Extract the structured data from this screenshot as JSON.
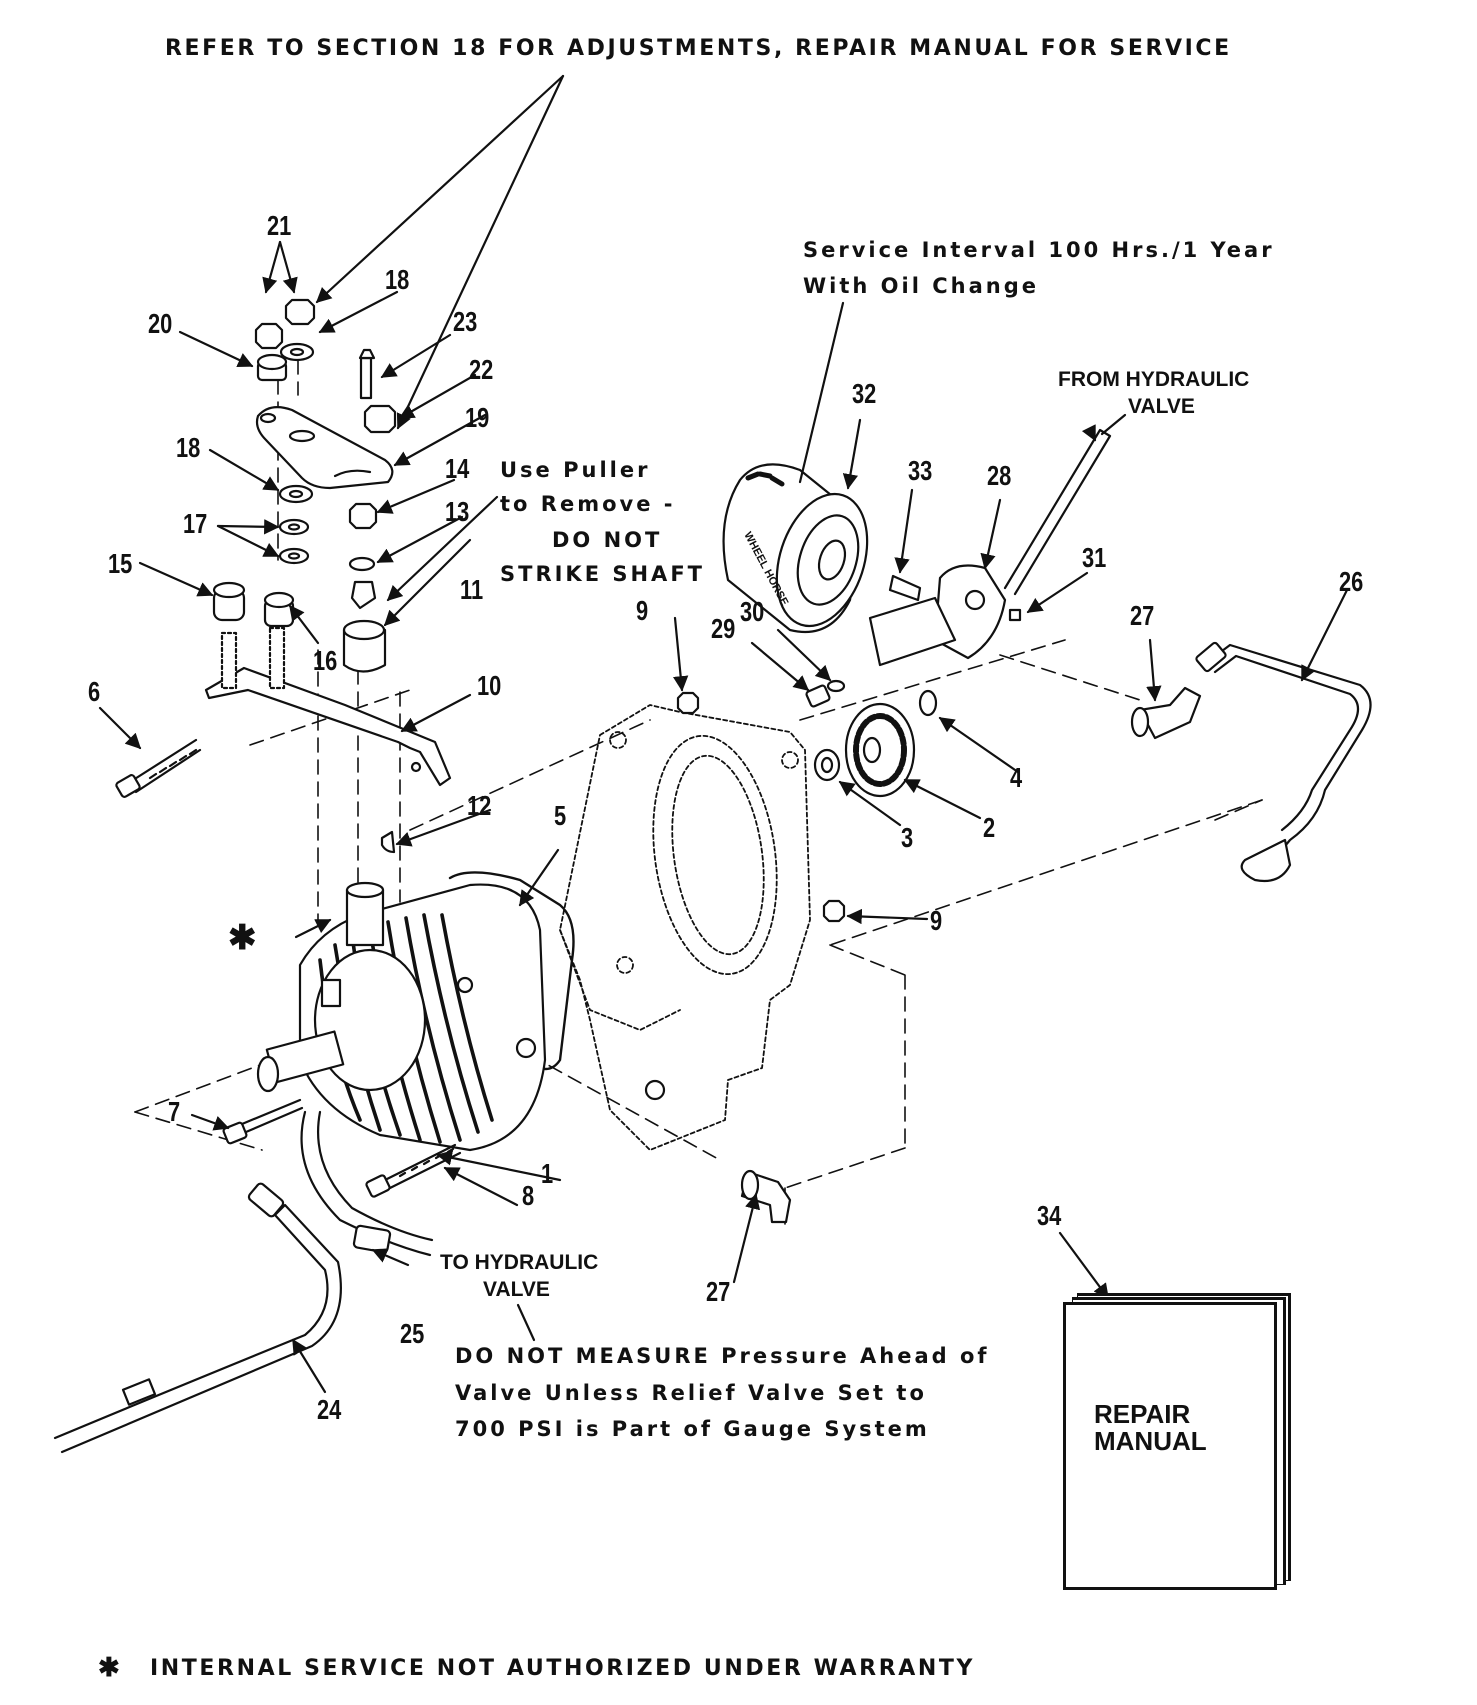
{
  "header_note": "REFER TO SECTION 18 FOR ADJUSTMENTS, REPAIR MANUAL FOR SERVICE",
  "service_note": [
    "Service Interval 100 Hrs./1 Year",
    "With Oil Change"
  ],
  "puller_note": [
    "Use Puller",
    "to Remove -",
    "DO NOT",
    "STRIKE SHAFT"
  ],
  "from_valve": [
    "FROM HYDRAULIC",
    "VALVE"
  ],
  "to_valve": [
    "TO HYDRAULIC",
    "VALVE"
  ],
  "pressure_note": [
    "DO NOT MEASURE Pressure Ahead of",
    "Valve Unless Relief Valve Set to",
    "700 PSI is Part of Gauge System"
  ],
  "manual": {
    "number": "34",
    "title_1": "REPAIR",
    "title_2": "MANUAL"
  },
  "warranty": {
    "symbol": "✱",
    "text": "INTERNAL SERVICE NOT AUTHORIZED UNDER WARRANTY"
  },
  "asterisk_callout": "✱",
  "filter_brand": "WHEEL HORSE",
  "callouts": {
    "c1": "1",
    "c2": "2",
    "c3": "3",
    "c4": "4",
    "c5": "5",
    "c6": "6",
    "c7": "7",
    "c8": "8",
    "c9a": "9",
    "c9b": "9",
    "c10": "10",
    "c11": "11",
    "c12": "12",
    "c13": "13",
    "c14": "14",
    "c15": "15",
    "c16": "16",
    "c17": "17",
    "c18a": "18",
    "c18b": "18",
    "c19": "19",
    "c20": "20",
    "c21": "21",
    "c22": "22",
    "c23": "23",
    "c24": "24",
    "c25": "25",
    "c26": "26",
    "c27a": "27",
    "c27b": "27",
    "c28": "28",
    "c29": "29",
    "c30": "30",
    "c31": "31",
    "c32": "32",
    "c33": "33"
  }
}
